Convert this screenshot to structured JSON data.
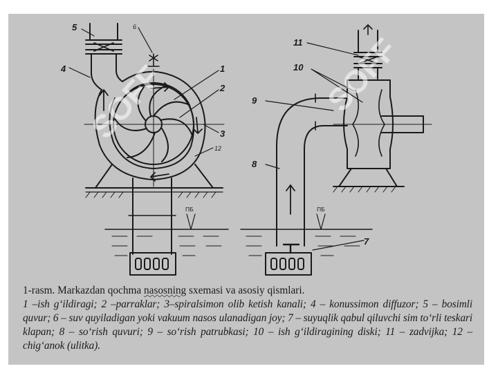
{
  "figure": {
    "callouts": [
      "1",
      "2",
      "3",
      "4",
      "5",
      "6",
      "7",
      "8",
      "9",
      "10",
      "11",
      "12"
    ],
    "water_level_label": "ПБ",
    "watermark": "SOFF"
  },
  "caption": {
    "title_prefix": "1-rasm. Markazdan qochma ",
    "title_underlined": "nasosning",
    "title_suffix": "  sxemasi va asosiy qismlari.",
    "body": "1 –ish g‘ildiragi; 2 –parraklar; 3–spiralsimon olib ketish kanali; 4 – konussimon diffuzor; 5 – bosimli quvur; 6 – suv quyiladigan yoki vakuum nasos ulanadigan joy; 7 – suyuqlik qabul qiluvchi sim to‘rli teskari klapan; 8 – so‘rish quvuri;   9 – so‘rish patrubkasi; 10 – ish g‘ildiragining diski; 11 – zadvijka; 12 – chig‘anok (ulitka)."
  },
  "colors": {
    "panel": "#c4c4c4",
    "ink": "#1a1a1a",
    "watermark": "#ffffff"
  }
}
